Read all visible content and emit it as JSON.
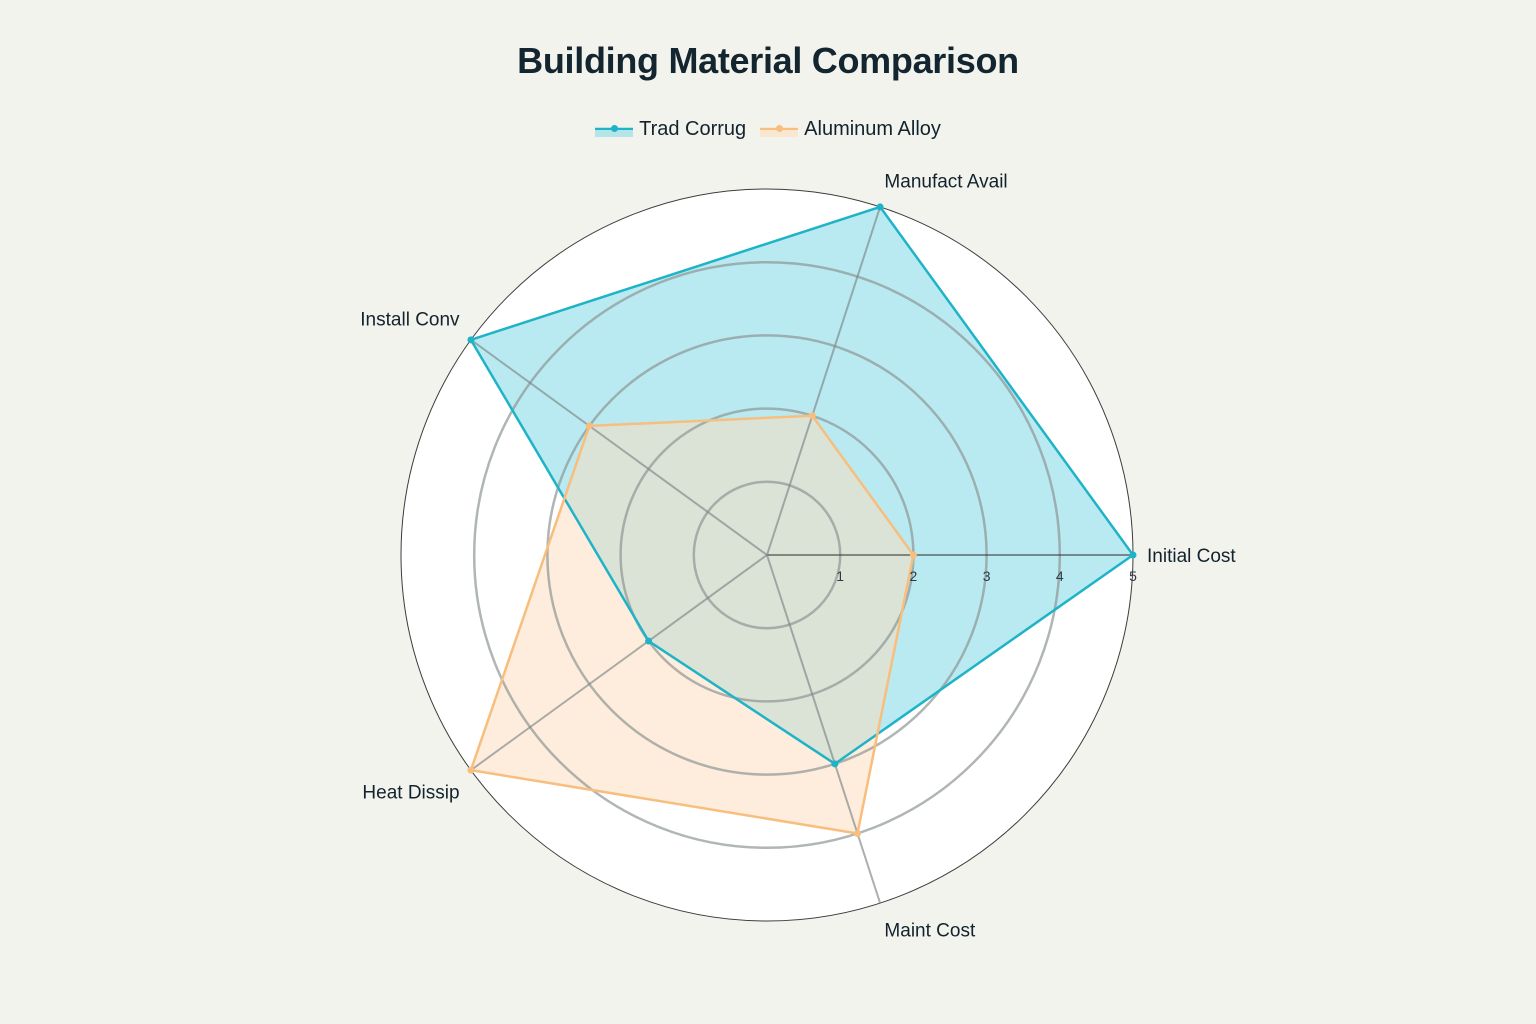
{
  "chart_data": {
    "type": "radar",
    "title": "Building Material Comparison",
    "categories": [
      "Initial Cost",
      "Manufact Avail",
      "Install Conv",
      "Heat Dissip",
      "Maint Cost"
    ],
    "radial_range": [
      0,
      5
    ],
    "radial_ticks": [
      1,
      2,
      3,
      4,
      5
    ],
    "legend_position": "top-center",
    "series": [
      {
        "name": "Trad Corrug",
        "values": [
          5,
          5,
          5,
          2,
          3
        ],
        "color": "#1fb3c7",
        "fill": "#7fd8e6"
      },
      {
        "name": "Aluminum Alloy",
        "values": [
          2,
          2,
          3,
          5,
          4
        ],
        "color": "#f7be7e",
        "fill": "#fddcbc"
      }
    ]
  }
}
